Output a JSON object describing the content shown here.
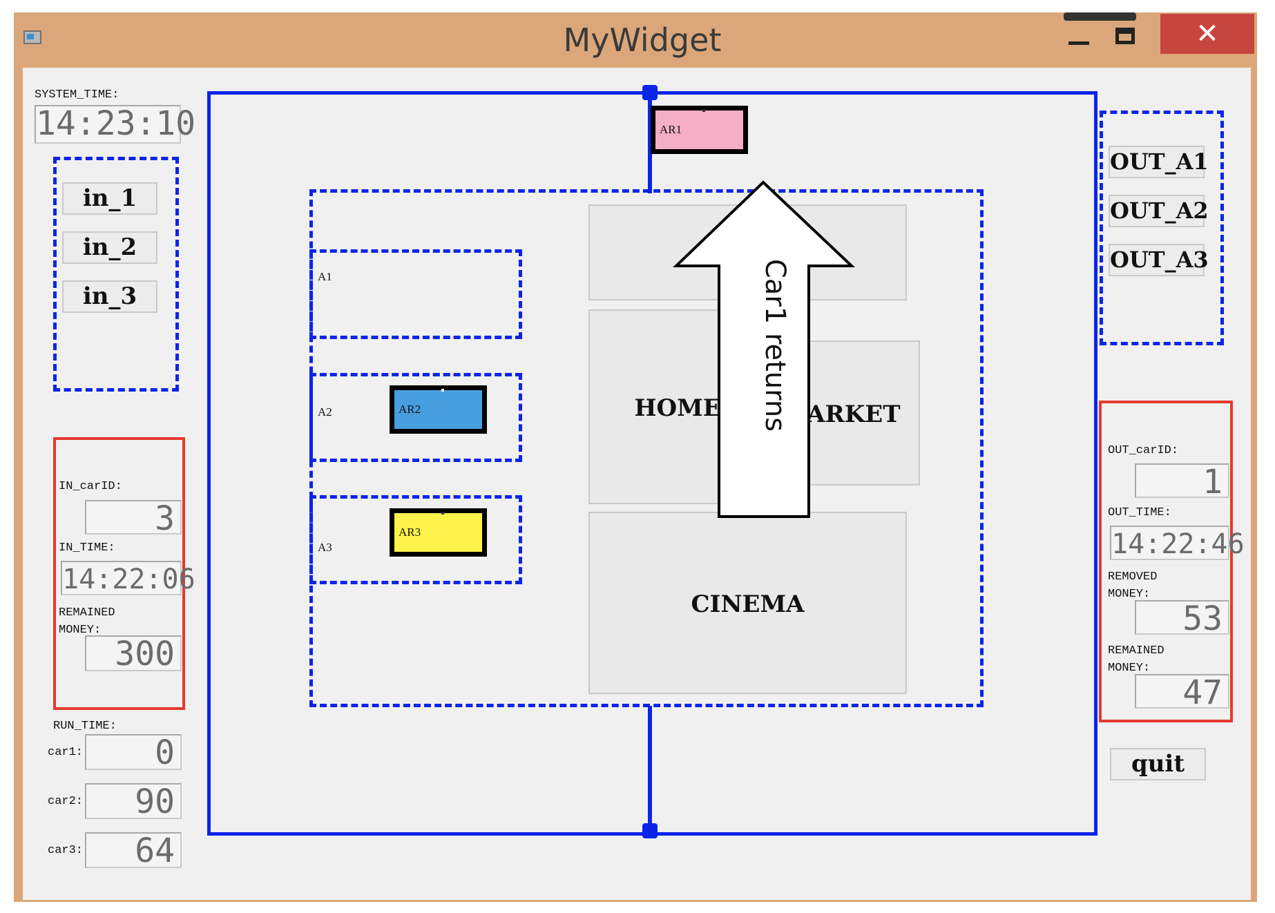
{
  "window": {
    "title": "MyWidget",
    "close_glyph": "✕"
  },
  "system": {
    "label": "SYSTEM_TIME:",
    "time": "14:23:10"
  },
  "inputs": {
    "buttons": [
      "in_1",
      "in_2",
      "in_3"
    ]
  },
  "outputs": {
    "buttons": [
      "OUT_A1",
      "OUT_A2",
      "OUT_A3"
    ]
  },
  "in_panel": {
    "car_id_label": "IN_carID:",
    "car_id": "3",
    "time_label": "IN_TIME:",
    "time": "14:22:06",
    "money_label_1": "REMAINED",
    "money_label_2": "MONEY:",
    "money": "300"
  },
  "out_panel": {
    "car_id_label": "OUT_carID:",
    "car_id": "1",
    "time_label": "OUT_TIME:",
    "time": "14:22:46",
    "removed_label_1": "REMOVED",
    "removed_label_2": "MONEY:",
    "removed": "53",
    "remained_label_1": "REMAINED",
    "remained_label_2": "MONEY:",
    "remained": "47"
  },
  "run_time": {
    "label": "RUN_TIME:",
    "cars": [
      {
        "label": "car1:",
        "value": "0"
      },
      {
        "label": "car2:",
        "value": "90"
      },
      {
        "label": "car3:",
        "value": "64"
      }
    ]
  },
  "parking": {
    "areas": [
      "A1",
      "A2",
      "A3"
    ],
    "cars": {
      "ar1": "AR1",
      "ar2": "AR2",
      "ar3": "AR3"
    }
  },
  "places": {
    "home": "HOME",
    "market": "MARKET",
    "cinema": "CINEMA"
  },
  "annotation": {
    "text": "Car1 returns"
  },
  "quit_label": "quit",
  "colors": {
    "track": "#0b25e8",
    "panel_border": "#e5392e",
    "ar1": "#f4aec6",
    "ar2": "#479fe0",
    "ar3": "#fdf34a"
  }
}
